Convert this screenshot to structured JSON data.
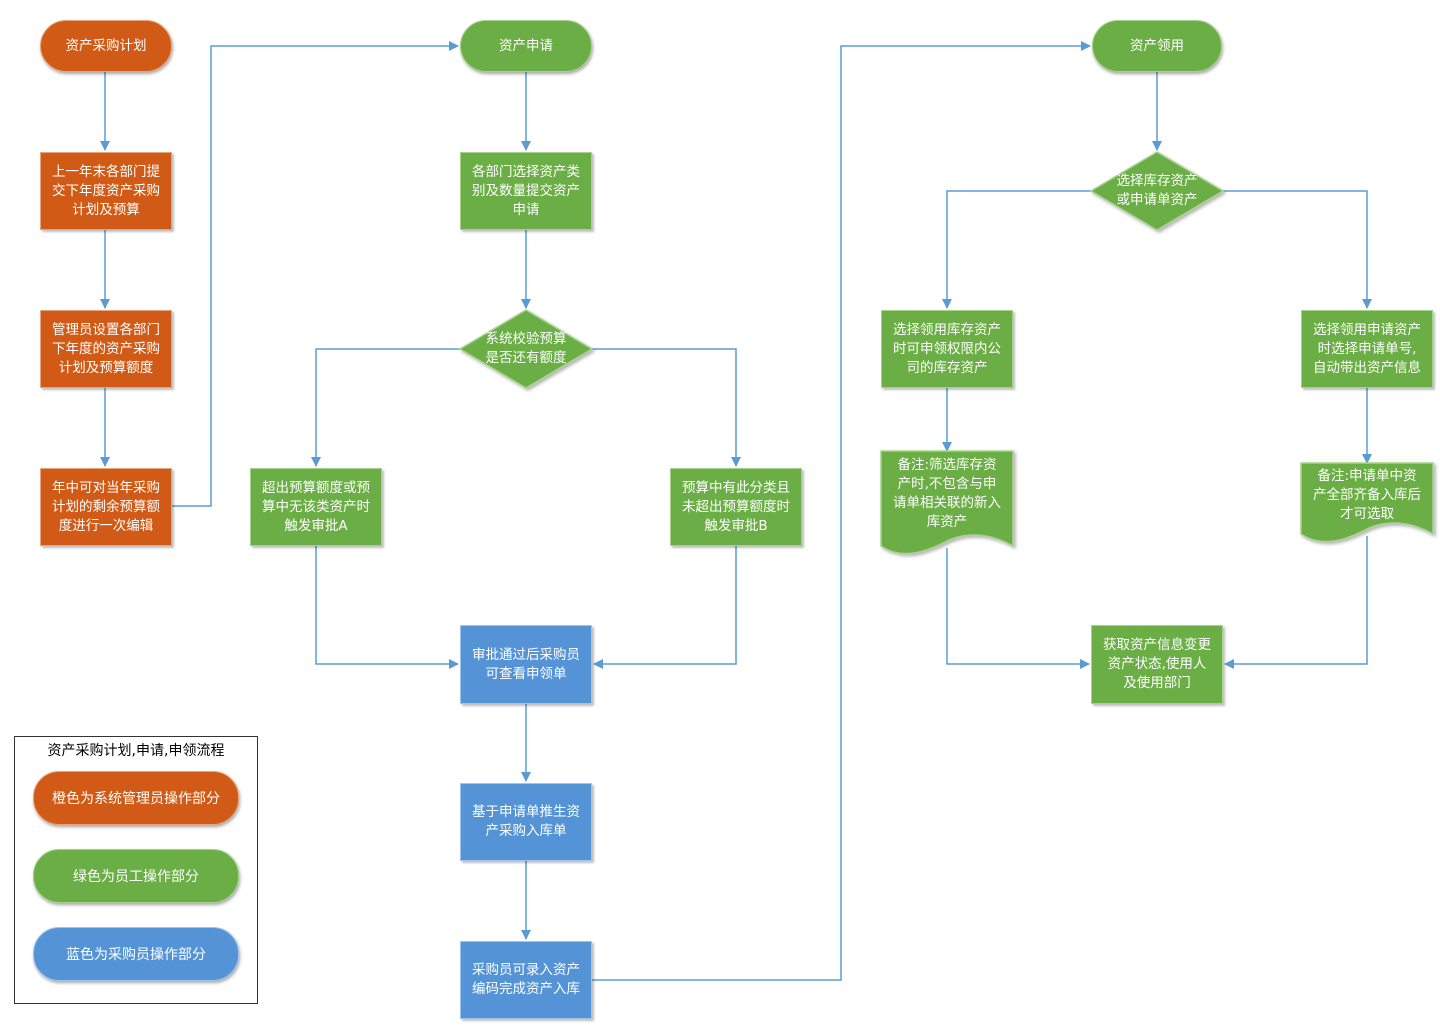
{
  "colors": {
    "orange": "#d05a16",
    "green": "#6aae45",
    "blue": "#5593d7",
    "line": "#5b9bd5"
  },
  "nodes": {
    "plan_start": "资产采购计划",
    "submit_plan": [
      "上一年末各部门提",
      "交下年度资产采购",
      "计划及预算"
    ],
    "admin_set": [
      "管理员设置各部门",
      "下年度的资产采购",
      "计划及预算额度"
    ],
    "edit_once": [
      "年中可对当年采购",
      "计划的剩余预算额",
      "度进行一次编辑"
    ],
    "apply_start": "资产申请",
    "select_type": [
      "各部门选择资产类",
      "别及数量提交资产",
      "申请"
    ],
    "check_budget": [
      "系统校验预算",
      "是否还有额度"
    ],
    "approval_a": [
      "超出预算额度或预",
      "算中无该类资产时",
      "触发审批A"
    ],
    "approval_b": [
      "预算中有此分类且",
      "未超出预算额度时",
      "触发审批B"
    ],
    "after_approve": [
      "审批通过后采购员",
      "可查看申领单"
    ],
    "gen_order": [
      "基于申请单推生资",
      "产采购入库单"
    ],
    "enter_code": [
      "采购员可录入资产",
      "编码完成资产入库"
    ],
    "claim_start": "资产领用",
    "select_source": [
      "选择库存资产",
      "或申请单资产"
    ],
    "claim_stock": [
      "选择领用库存资产",
      "时可申领权限内公",
      "司的库存资产"
    ],
    "claim_request": [
      "选择领用申请资产",
      "时选择申请单号,",
      "自动带出资产信息"
    ],
    "note_stock": [
      "备注:筛选库存资",
      "产时,不包含与申",
      "请单相关联的新入",
      "库资产"
    ],
    "note_request": [
      "备注:申请单中资",
      "产全部齐备入库后",
      "才可选取"
    ],
    "get_info": [
      "获取资产信息变更",
      "资产状态,使用人",
      "及使用部门"
    ]
  },
  "legend": {
    "title": "资产采购计划,申请,申领流程",
    "orange_label": "橙色为系统管理员操作部分",
    "green_label": "绿色为员工操作部分",
    "blue_label": "蓝色为采购员操作部分"
  }
}
